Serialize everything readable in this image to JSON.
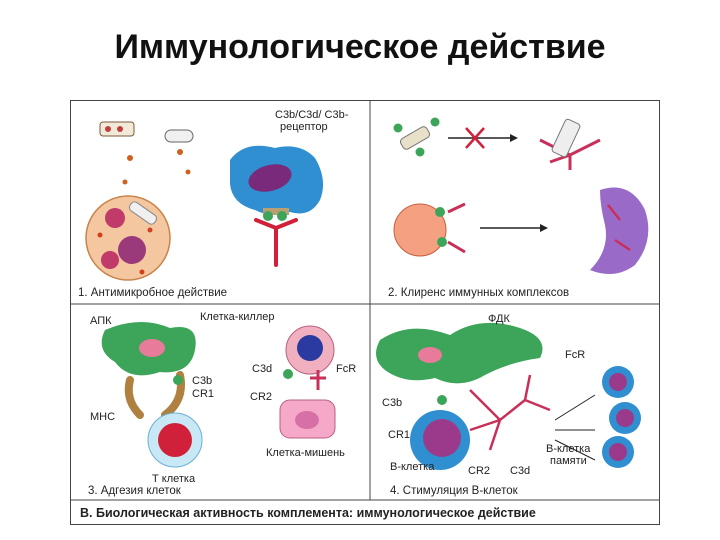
{
  "slide": {
    "title": "Иммунологическое действие"
  },
  "panels": [
    {
      "caption": "1. Антимикробное действие",
      "labels": [
        "C3b/C3d/ C3b-",
        "рецептор"
      ]
    },
    {
      "caption": "2. Клиренс иммунных комплексов",
      "labels": []
    },
    {
      "caption": "3. Адгезия клеток",
      "labels": [
        "АПК",
        "Клетка-киллер",
        "C3b",
        "CR1",
        "МНС",
        "Т клетка",
        "C3d",
        "FcR",
        "CR2",
        "Клетка-мишень"
      ]
    },
    {
      "caption": "4. Стимуляция В-клеток",
      "labels": [
        "ФДК",
        "FcR",
        "C3b",
        "CR1",
        "В-клетка",
        "CR2",
        "C3d",
        "В-клетка",
        "памяти"
      ]
    }
  ],
  "figure_caption": "В. Биологическая активность комплемента: иммунологическое действие",
  "colors": {
    "blue_cell": "#2f8fd0",
    "green_cell": "#3da55a",
    "purple": "#7a2a7a",
    "pink": "#e87a8a",
    "red": "#d0203a"
  }
}
